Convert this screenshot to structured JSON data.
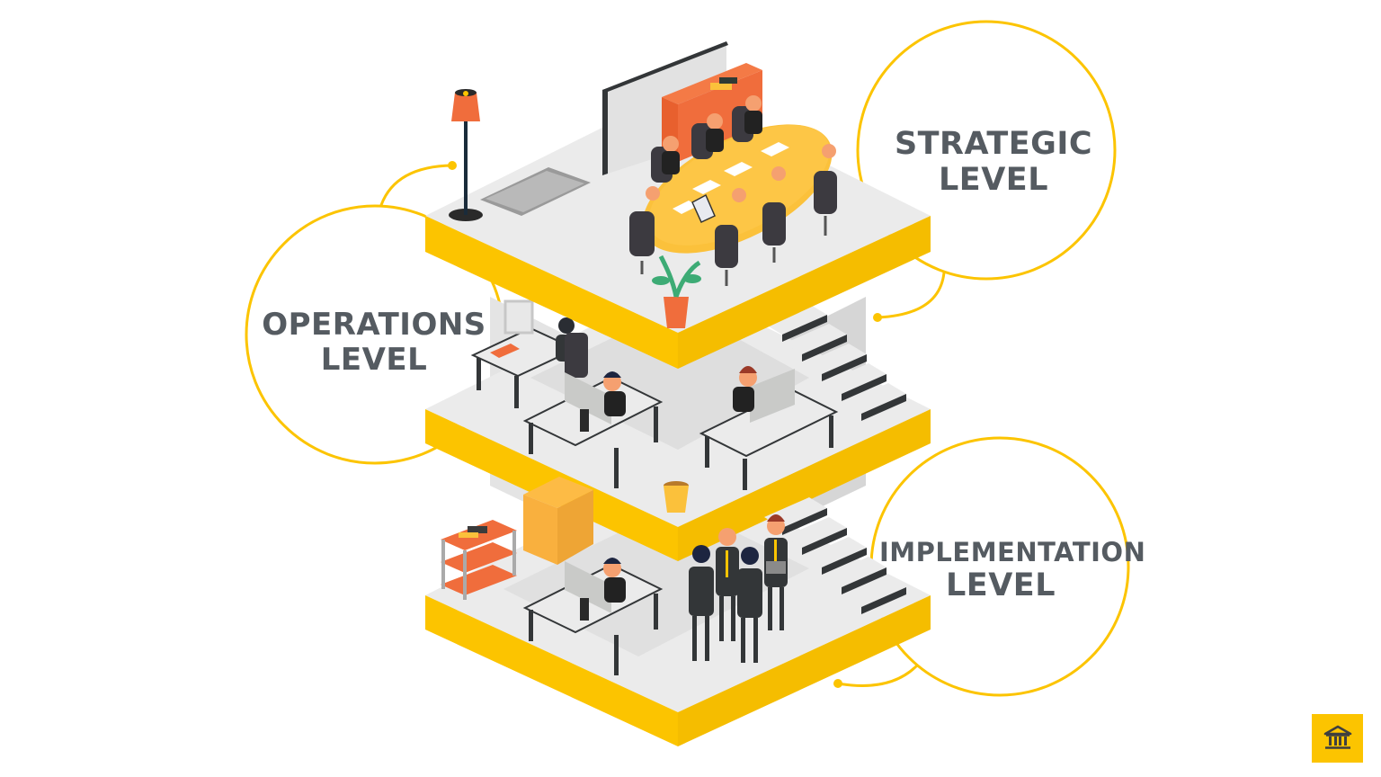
{
  "diagram": {
    "type": "isometric-building-levels",
    "levels": [
      {
        "id": "strategic",
        "line1": "STRATEGIC",
        "line2": "LEVEL",
        "scene": "boardroom meeting at oval yellow table"
      },
      {
        "id": "operations",
        "line1": "OPERATIONS",
        "line2": "LEVEL",
        "scene": "desk workers at computers"
      },
      {
        "id": "implementation",
        "line1": "IMPLEMENTATION",
        "line2": "LEVEL",
        "scene": "standing team and desk worker"
      }
    ]
  },
  "home_button": {
    "icon": "bank-building-icon"
  },
  "colors": {
    "accent": "#fcc400",
    "floor": "#ebebeb",
    "floor_shadow": "#d4d4d4",
    "text": "#555b61",
    "orange": "#f06d3c",
    "dark": "#333638"
  }
}
